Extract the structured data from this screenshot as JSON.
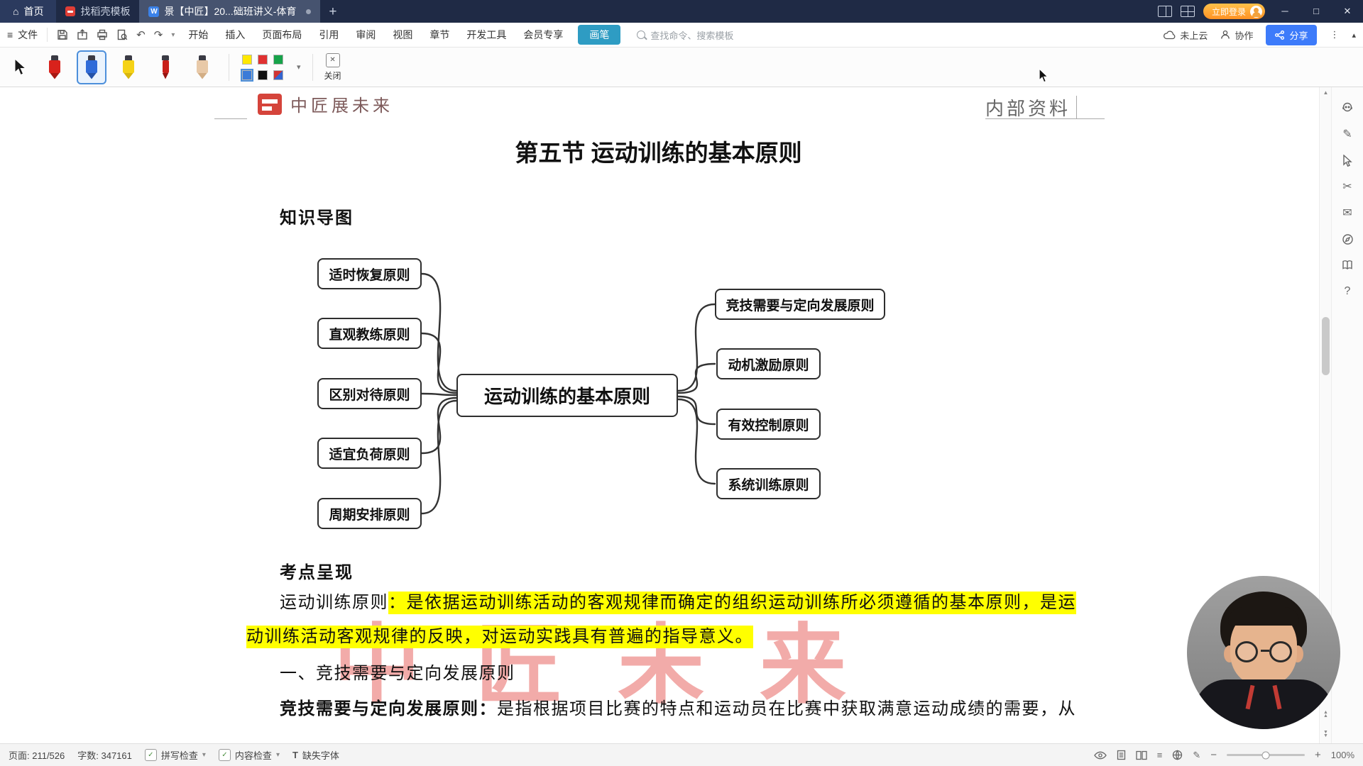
{
  "colors": {
    "tabbar_bg": "#1F2A45",
    "accent_blue": "#3D7BFA",
    "paint_button": "#2E9CC3",
    "login_orange": "#FF9224",
    "highlight_yellow": "#FFFF00",
    "watermark_red": "#E4524E",
    "palette": [
      "#FFE800",
      "#E03131",
      "#17A34A",
      "#3B7BD8",
      "#111111"
    ]
  },
  "icons": {
    "home": "⌂",
    "hamburger": "≡",
    "undo": "↶",
    "redo": "↷",
    "caret_down": "▾",
    "ellipsis": "⋮",
    "collapse": "▴",
    "minimize": "─",
    "maximize": "□",
    "close": "✕",
    "plus": "+",
    "check": "✓",
    "scroll_up": "▲",
    "scroll_down": "▼",
    "pencil": "✎",
    "scissors": "✂",
    "mail": "✉",
    "question": "?",
    "text_t": "T",
    "zoom_out": "−",
    "zoom_in": "+"
  },
  "tabbar": {
    "home_label": "首页",
    "docer_tab": "找稻壳模板",
    "doc_tab": "景【中匠】20...础班讲义-体育",
    "doc_icon_letter": "W",
    "login_label": "立即登录"
  },
  "menubar": {
    "file_label": "文件",
    "items": [
      "开始",
      "插入",
      "页面布局",
      "引用",
      "审阅",
      "视图",
      "章节",
      "开发工具",
      "会员专享"
    ],
    "paint_label": "画笔",
    "search_text": "查找命令、搜索模板",
    "cloud_label": "未上云",
    "collab_label": "协作",
    "share_label": "分享"
  },
  "pen_toolbar": {
    "close_label": "关闭"
  },
  "document": {
    "brand": "中匠展未来",
    "internal_label": "内部资料",
    "title": "第五节 运动训练的基本原则",
    "map_heading": "知识导图",
    "exam_heading": "考点呈现",
    "p1_term": "运动训练原则",
    "p1_line1_hl": "：是依据运动训练活动的客观规律而确定的组织运动训练所必须遵循的基本原则，是运",
    "p1_line2_hl": "动训练活动客观规律的反映，对运动实践具有普遍的指导意义。",
    "h_one": "一、竞技需要与定向发展原则",
    "p2_term": "竞技需要与定向发展原则：",
    "p2_text": "是指根据项目比赛的特点和运动员在比赛中获取满意运动成绩的需要，从",
    "watermark": "中匠未来"
  },
  "mindmap": {
    "center": "运动训练的基本原则",
    "left": [
      "适时恢复原则",
      "直观教练原则",
      "区别对待原则",
      "适宜负荷原则",
      "周期安排原则"
    ],
    "right": [
      "竞技需要与定向发展原则",
      "动机激励原则",
      "有效控制原则",
      "系统训练原则"
    ]
  },
  "statusbar": {
    "page": "页面: 211/526",
    "words": "字数: 347161",
    "spell_check": "拼写检查",
    "content_check": "内容检查",
    "missing_font": "缺失字体",
    "zoom_percent": "100%"
  }
}
